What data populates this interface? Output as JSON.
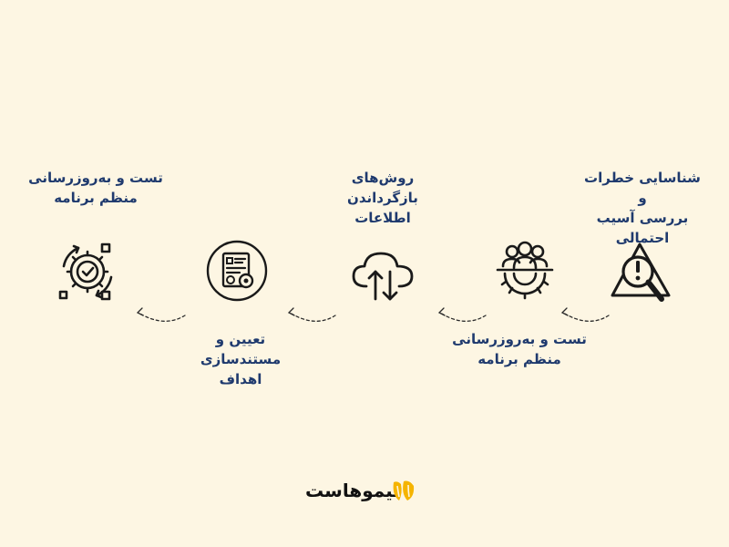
{
  "steps": [
    {
      "label": "شناسایی خطرات و\nبررسی آسیب\nاحتمالی",
      "icon": "risk-warning-magnifier-icon"
    },
    {
      "label": "تست و به‌روزرسانی\nمنظم برنامه",
      "icon": "team-gear-icon"
    },
    {
      "label": "روش‌های\nبازگرداندن\nاطلاعات",
      "icon": "cloud-sync-icon"
    },
    {
      "label": "تعیین و\nمستندسازی\nاهداف",
      "icon": "document-settings-icon"
    },
    {
      "label": "تست و به‌روزرسانی\nمنظم برنامه",
      "icon": "gear-check-cycle-icon"
    }
  ],
  "brand": {
    "name": "لیموهاست",
    "logo": "lemon-logo-icon"
  },
  "colors": {
    "background": "#fdf6e3",
    "label": "#1f3a6e",
    "icon": "#1a1a1a",
    "logo": "#f5b400"
  }
}
